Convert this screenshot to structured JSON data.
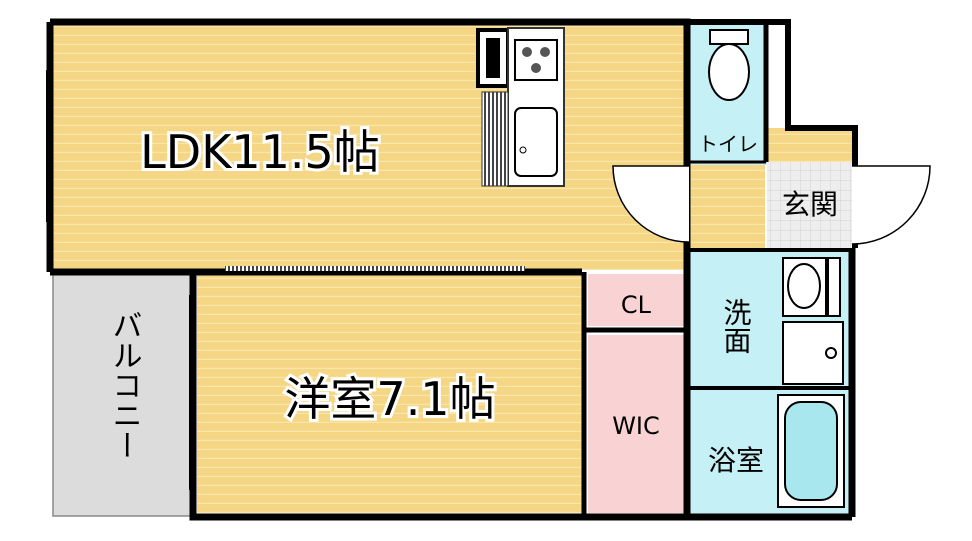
{
  "rooms": {
    "ldk": "LDK11.5帖",
    "western": "洋室7.1帖",
    "balcony": "バルコニー",
    "toilet": "トイレ",
    "entrance": "玄関",
    "closet": "CL",
    "wic": "WIC",
    "washroom": "洗面",
    "bathroom": "浴室"
  },
  "colors": {
    "wood_floor": "#f4d684",
    "wood_line": "#f9e7b0",
    "wet_area": "#c5f0f5",
    "closet_pink": "#f9d3d3",
    "balcony_gray": "#dcdcdc",
    "tile_gray": "#ececec",
    "wall": "#000000"
  }
}
